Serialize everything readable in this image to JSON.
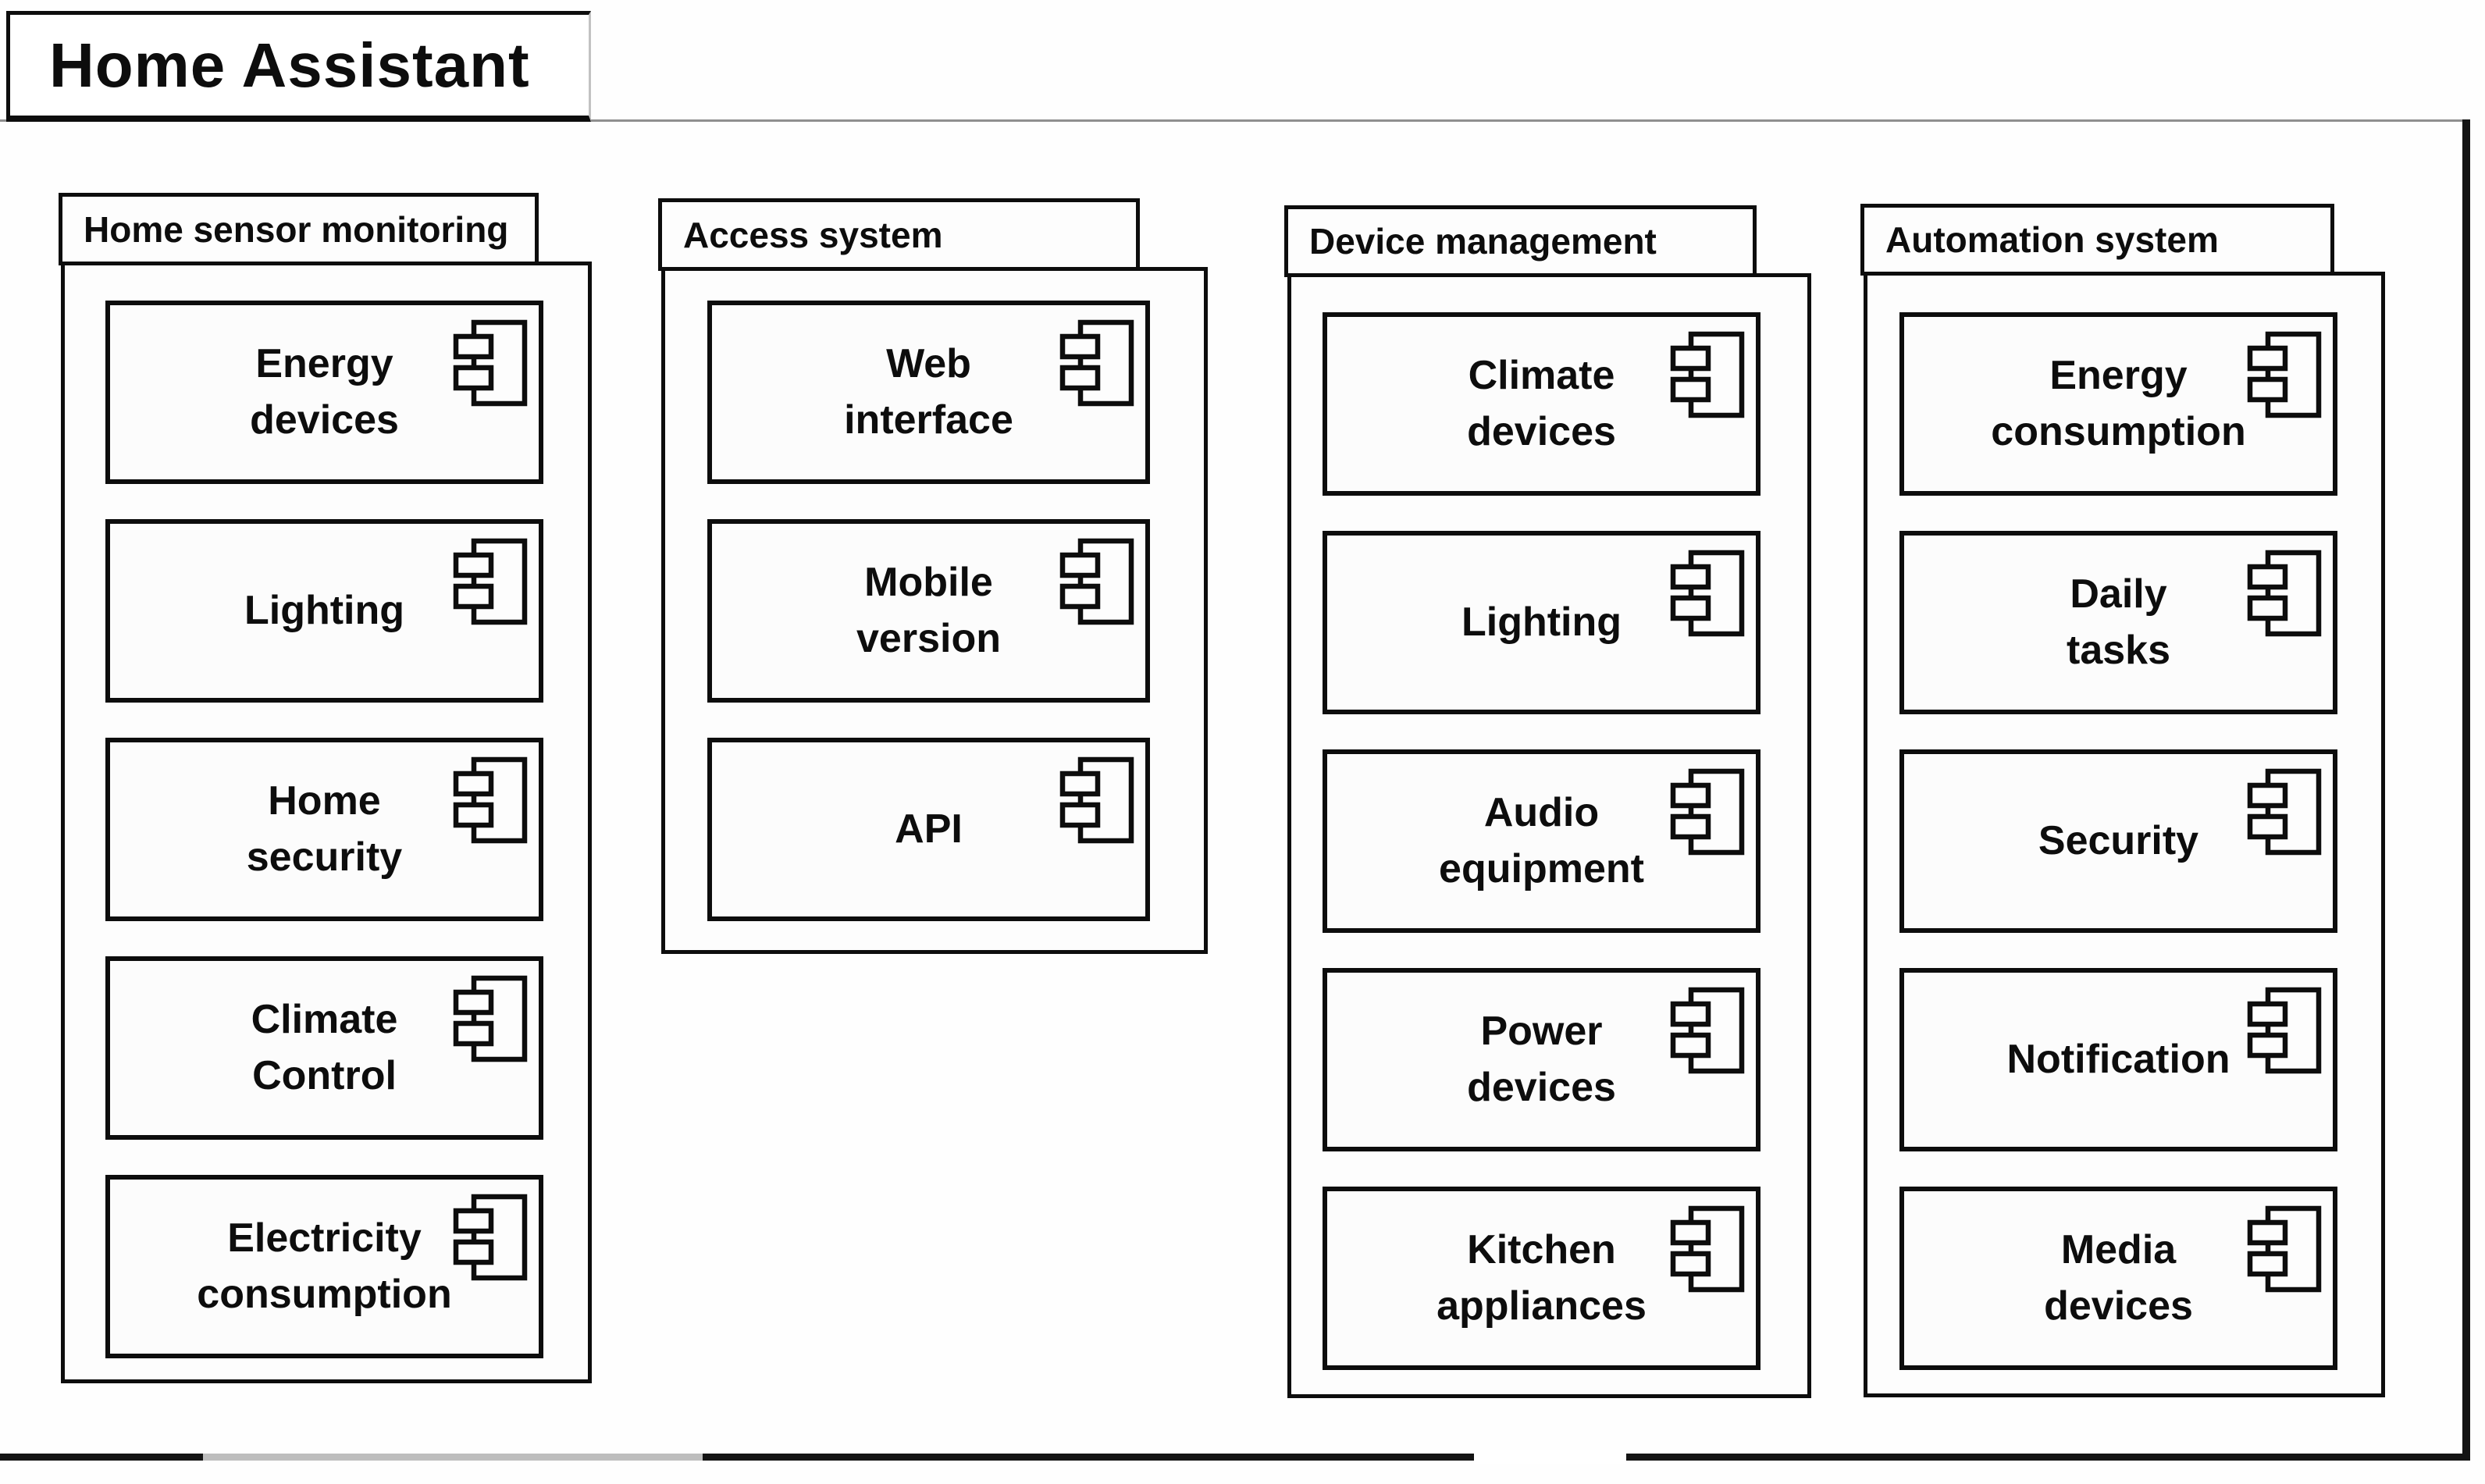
{
  "title": "Home Assistant",
  "colors": {
    "ink": "#0d0d0d",
    "paper": "#ffffff",
    "frame_line": "#8f8f8f"
  },
  "packages": [
    {
      "name": "Home sensor monitoring",
      "components": [
        {
          "label": "Energy\ndevices",
          "icon": "uml-component-icon"
        },
        {
          "label": "Lighting",
          "icon": "uml-component-icon"
        },
        {
          "label": "Home\nsecurity",
          "icon": "uml-component-icon"
        },
        {
          "label": "Climate\nControl",
          "icon": "uml-component-icon"
        },
        {
          "label": "Electricity\nconsumption",
          "icon": "uml-component-icon"
        }
      ]
    },
    {
      "name": "Access system",
      "components": [
        {
          "label": "Web\ninterface",
          "icon": "uml-component-icon"
        },
        {
          "label": "Mobile\nversion",
          "icon": "uml-component-icon"
        },
        {
          "label": "API",
          "icon": "uml-component-icon"
        }
      ]
    },
    {
      "name": "Device management",
      "components": [
        {
          "label": "Climate\ndevices",
          "icon": "uml-component-icon"
        },
        {
          "label": "Lighting",
          "icon": "uml-component-icon"
        },
        {
          "label": "Audio\nequipment",
          "icon": "uml-component-icon"
        },
        {
          "label": "Power\ndevices",
          "icon": "uml-component-icon"
        },
        {
          "label": "Kitchen\nappliances",
          "icon": "uml-component-icon"
        }
      ]
    },
    {
      "name": "Automation system",
      "components": [
        {
          "label": "Energy\nconsumption",
          "icon": "uml-component-icon"
        },
        {
          "label": "Daily\ntasks",
          "icon": "uml-component-icon"
        },
        {
          "label": "Security",
          "icon": "uml-component-icon"
        },
        {
          "label": "Notification",
          "icon": "uml-component-icon"
        },
        {
          "label": "Media\ndevices",
          "icon": "uml-component-icon"
        }
      ]
    }
  ]
}
